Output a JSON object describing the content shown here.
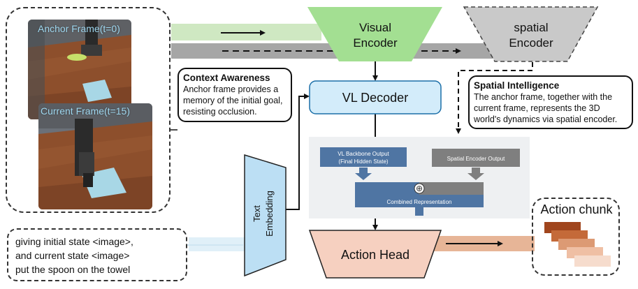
{
  "input_frames": {
    "anchor_label": "Anchor Frame(t=0)",
    "current_label": "Current Frame(t=15)"
  },
  "encoders": {
    "visual": {
      "line1": "Visual",
      "line2": "Encoder"
    },
    "spatial": {
      "line1": "spatial",
      "line2": "Encoder"
    }
  },
  "vl_decoder": {
    "label": "VL Decoder"
  },
  "context_awareness": {
    "title": "Context Awareness",
    "body": "Anchor frame provides a memory of the initial goal, resisting occlusion."
  },
  "spatial_intelligence": {
    "title": "Spatial Intelligence",
    "body": "The anchor frame, together with the current frame, represents the 3D world's dynamics via spatial encoder."
  },
  "text_embedding": {
    "line1": "Text",
    "line2": "Embedding"
  },
  "fusion": {
    "vl_output": {
      "line1": "VL Backbone Output",
      "line2": "(Final Hidden State)"
    },
    "spatial_output": "Spatial Encoder Output",
    "operator": "⊕",
    "combined": "Combined Representation"
  },
  "instruction": {
    "line1": "giving initial state <image>,",
    "line2": "and current state <image>",
    "line3": "put the spoon on the towel"
  },
  "action_head": {
    "label": "Action Head"
  },
  "action_chunk": {
    "label": "Action chunk"
  },
  "colors": {
    "green_band": "#cfe8c2",
    "gray_band": "#a6a6a6",
    "visual_encoder": "#a3df92",
    "spatial_encoder": "#c9c9c9",
    "vl_decoder": "#d3ecfa",
    "text_embedding": "#bcdff4",
    "fusion_blue": "#4f75a3",
    "fusion_gray": "#7f7f7f",
    "action_head": "#f6d0c0",
    "action_band": "#e7b597",
    "chunk_1": "#a0451d",
    "chunk_2": "#c46a39",
    "chunk_3": "#dc9a74",
    "chunk_4": "#efbfa4",
    "chunk_5": "#f6dccd"
  }
}
